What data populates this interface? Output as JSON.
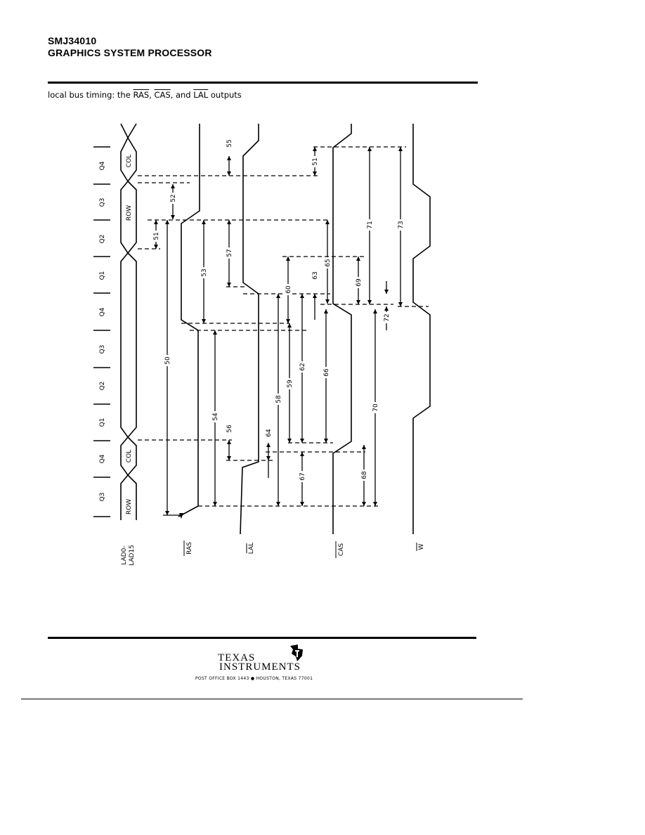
{
  "header": {
    "part_number": "SMJ34010",
    "subtitle": "GRAPHICS SYSTEM PROCESSOR"
  },
  "caption": {
    "prefix": "local bus timing: the ",
    "ras": "RAS",
    "sep1": ", ",
    "cas": "CAS",
    "sep2": ", and ",
    "lal": "LAL",
    "suffix": " outputs"
  },
  "diagram": {
    "states": [
      "Q4",
      "Q3",
      "Q2",
      "Q1",
      "Q4",
      "Q3",
      "Q2",
      "Q1",
      "Q4",
      "Q3"
    ],
    "bus_fields": [
      "COL",
      "ROW",
      "COL",
      "ROW"
    ],
    "signals": {
      "lad_line1": "LAD0-",
      "lad_line2": "LAD15",
      "ras": "RAS",
      "lal": "LAL",
      "cas": "CAS",
      "w": "W"
    },
    "params": {
      "p50": "50",
      "p51a": "51",
      "p51b": "51",
      "p52": "52",
      "p53": "53",
      "p54": "54",
      "p55": "55",
      "p56": "56",
      "p57": "57",
      "p58": "58",
      "p59": "59",
      "p60": "60",
      "p62": "62",
      "p63": "63",
      "p64": "64",
      "p65": "65",
      "p66": "66",
      "p67": "67",
      "p68": "68",
      "p69": "69",
      "p70": "70",
      "p71": "71",
      "p72": "72",
      "p73": "73"
    }
  },
  "footer": {
    "brand_line1": "TEXAS",
    "brand_line2": "INSTRUMENTS",
    "address": "POST OFFICE BOX 1443  ●  HOUSTON, TEXAS 77001"
  },
  "icons": {
    "ti_logo": "ti-logo-icon"
  }
}
